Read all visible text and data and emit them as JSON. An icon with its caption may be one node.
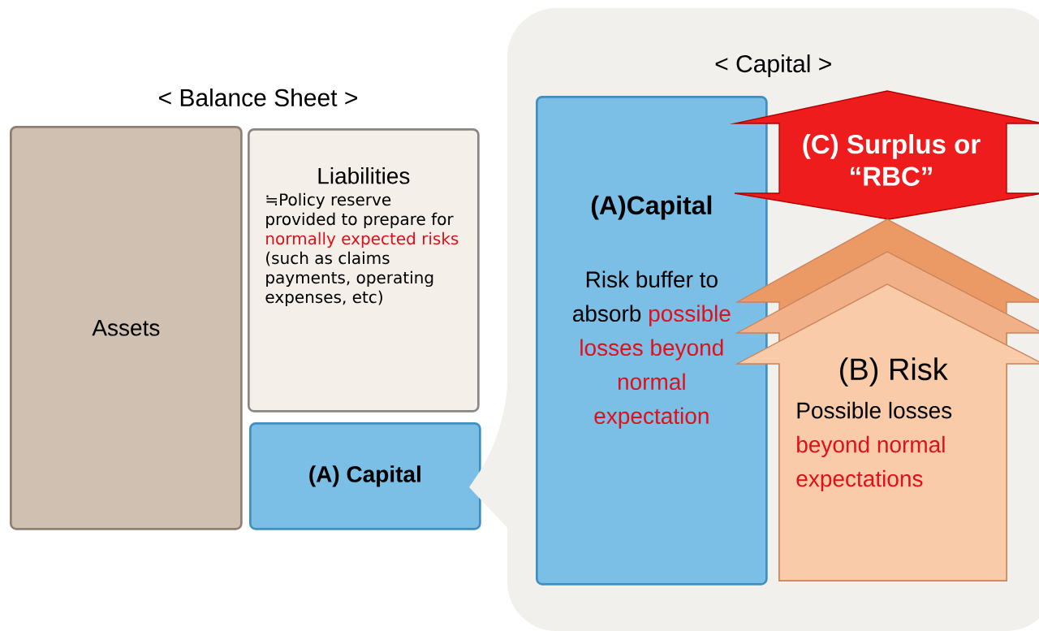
{
  "diagram": {
    "nodes": [
      {
        "text": [
          "Assets"
        ]
      },
      {
        "text": [
          "Liabilities",
          "≒Policy reserve provided to prepare for",
          "normally expected risks",
          "(such as claims payments, operating expenses, etc)"
        ]
      },
      {
        "text": [
          "(A) Capital"
        ]
      },
      {
        "text": [
          "< Capital >"
        ]
      },
      {
        "text": [
          "(A)Capital",
          "Risk buffer to absorb",
          "possible losses beyond normal expectation"
        ],
        "in": 3
      },
      {
        "text": [
          "(C) Surplus or “RBC”"
        ],
        "in": 3
      },
      {
        "text": [
          "(B) Risk",
          "Possible losses",
          "beyond normal expectations"
        ],
        "in": 3
      }
    ],
    "labels": [
      "< Balance Sheet >"
    ]
  }
}
